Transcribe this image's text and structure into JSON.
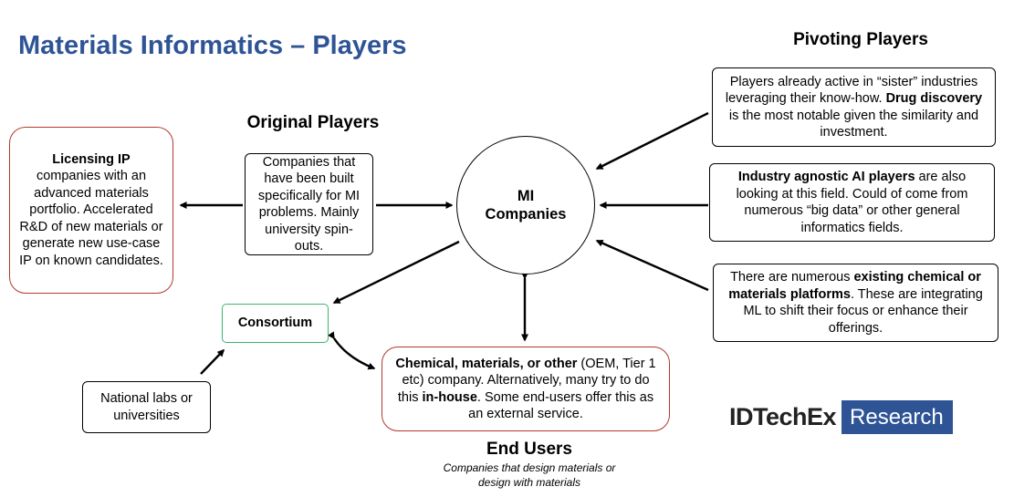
{
  "title": "Materials Informatics – Players",
  "headings": {
    "original_players": "Original Players",
    "pivoting_players": "Pivoting Players",
    "end_users": "End Users",
    "end_users_sub_line1": "Companies that design materials or",
    "end_users_sub_line2": "design with materials"
  },
  "center": {
    "line1": "MI",
    "line2": "Companies"
  },
  "boxes": {
    "licensing": {
      "bold": "Licensing IP",
      "text": "companies with an advanced materials portfolio. Accelerated R&D of new materials or generate new use-case IP on known candidates."
    },
    "original": {
      "text": "Companies that have been built specifically for MI problems. Mainly university spin-outs."
    },
    "consortium": {
      "bold": "Consortium"
    },
    "national_labs": {
      "text": "National labs or universities"
    },
    "end_users": {
      "bold1": "Chemical, materials, or other",
      "text1": " (OEM, Tier 1 etc) company. Alternatively, many try to do this ",
      "bold2": "in-house",
      "text2": ". Some end-users offer this as an external service."
    },
    "pivot1": {
      "text1": "Players already active in “sister” industries leveraging their know-how. ",
      "bold": "Drug discovery",
      "text2": " is the most notable given the similarity and investment."
    },
    "pivot2": {
      "bold": "Industry agnostic AI players",
      "text": " are also looking at this field. Could of come from numerous “big data” or other general informatics fields."
    },
    "pivot3": {
      "text1": "There are numerous ",
      "bold": "existing chemical or materials platforms",
      "text2": ". These are integrating ML to shift their focus or enhance their offerings."
    }
  },
  "logo": {
    "part1": "IDTechEx",
    "part2": "Research"
  },
  "colors": {
    "title": "#2e5496",
    "red_border": "#b33a2c",
    "green_border": "#3cb46e",
    "logo_blue": "#2e5496"
  }
}
